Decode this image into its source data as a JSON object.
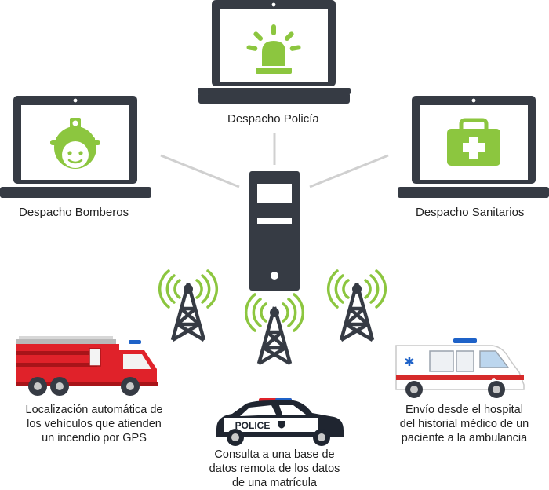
{
  "dispatch": {
    "police_label": "Despacho Policía",
    "fire_label": "Despacho Bomberos",
    "health_label": "Despacho Sanitarios"
  },
  "police_car": {
    "badge_text": "POLICE"
  },
  "captions": {
    "fire": [
      "Localización automática de",
      "los vehículos que atienden",
      "un incendio por GPS"
    ],
    "police": [
      "Consulta a una base de",
      "datos remota de los datos",
      "de una matrícula"
    ],
    "ambulance": [
      "Envío desde el hospital",
      "del historial médico de un",
      "paciente a la ambulancia"
    ]
  },
  "colors": {
    "device": "#363b44",
    "screen": "#ffffff",
    "accent_green": "#8cc63f",
    "connector": "#d0d0d0",
    "fire_red": "#e0222a",
    "ambulance_red": "#d62b2b",
    "police_blue": "#1e62c8",
    "text": "#222222"
  }
}
